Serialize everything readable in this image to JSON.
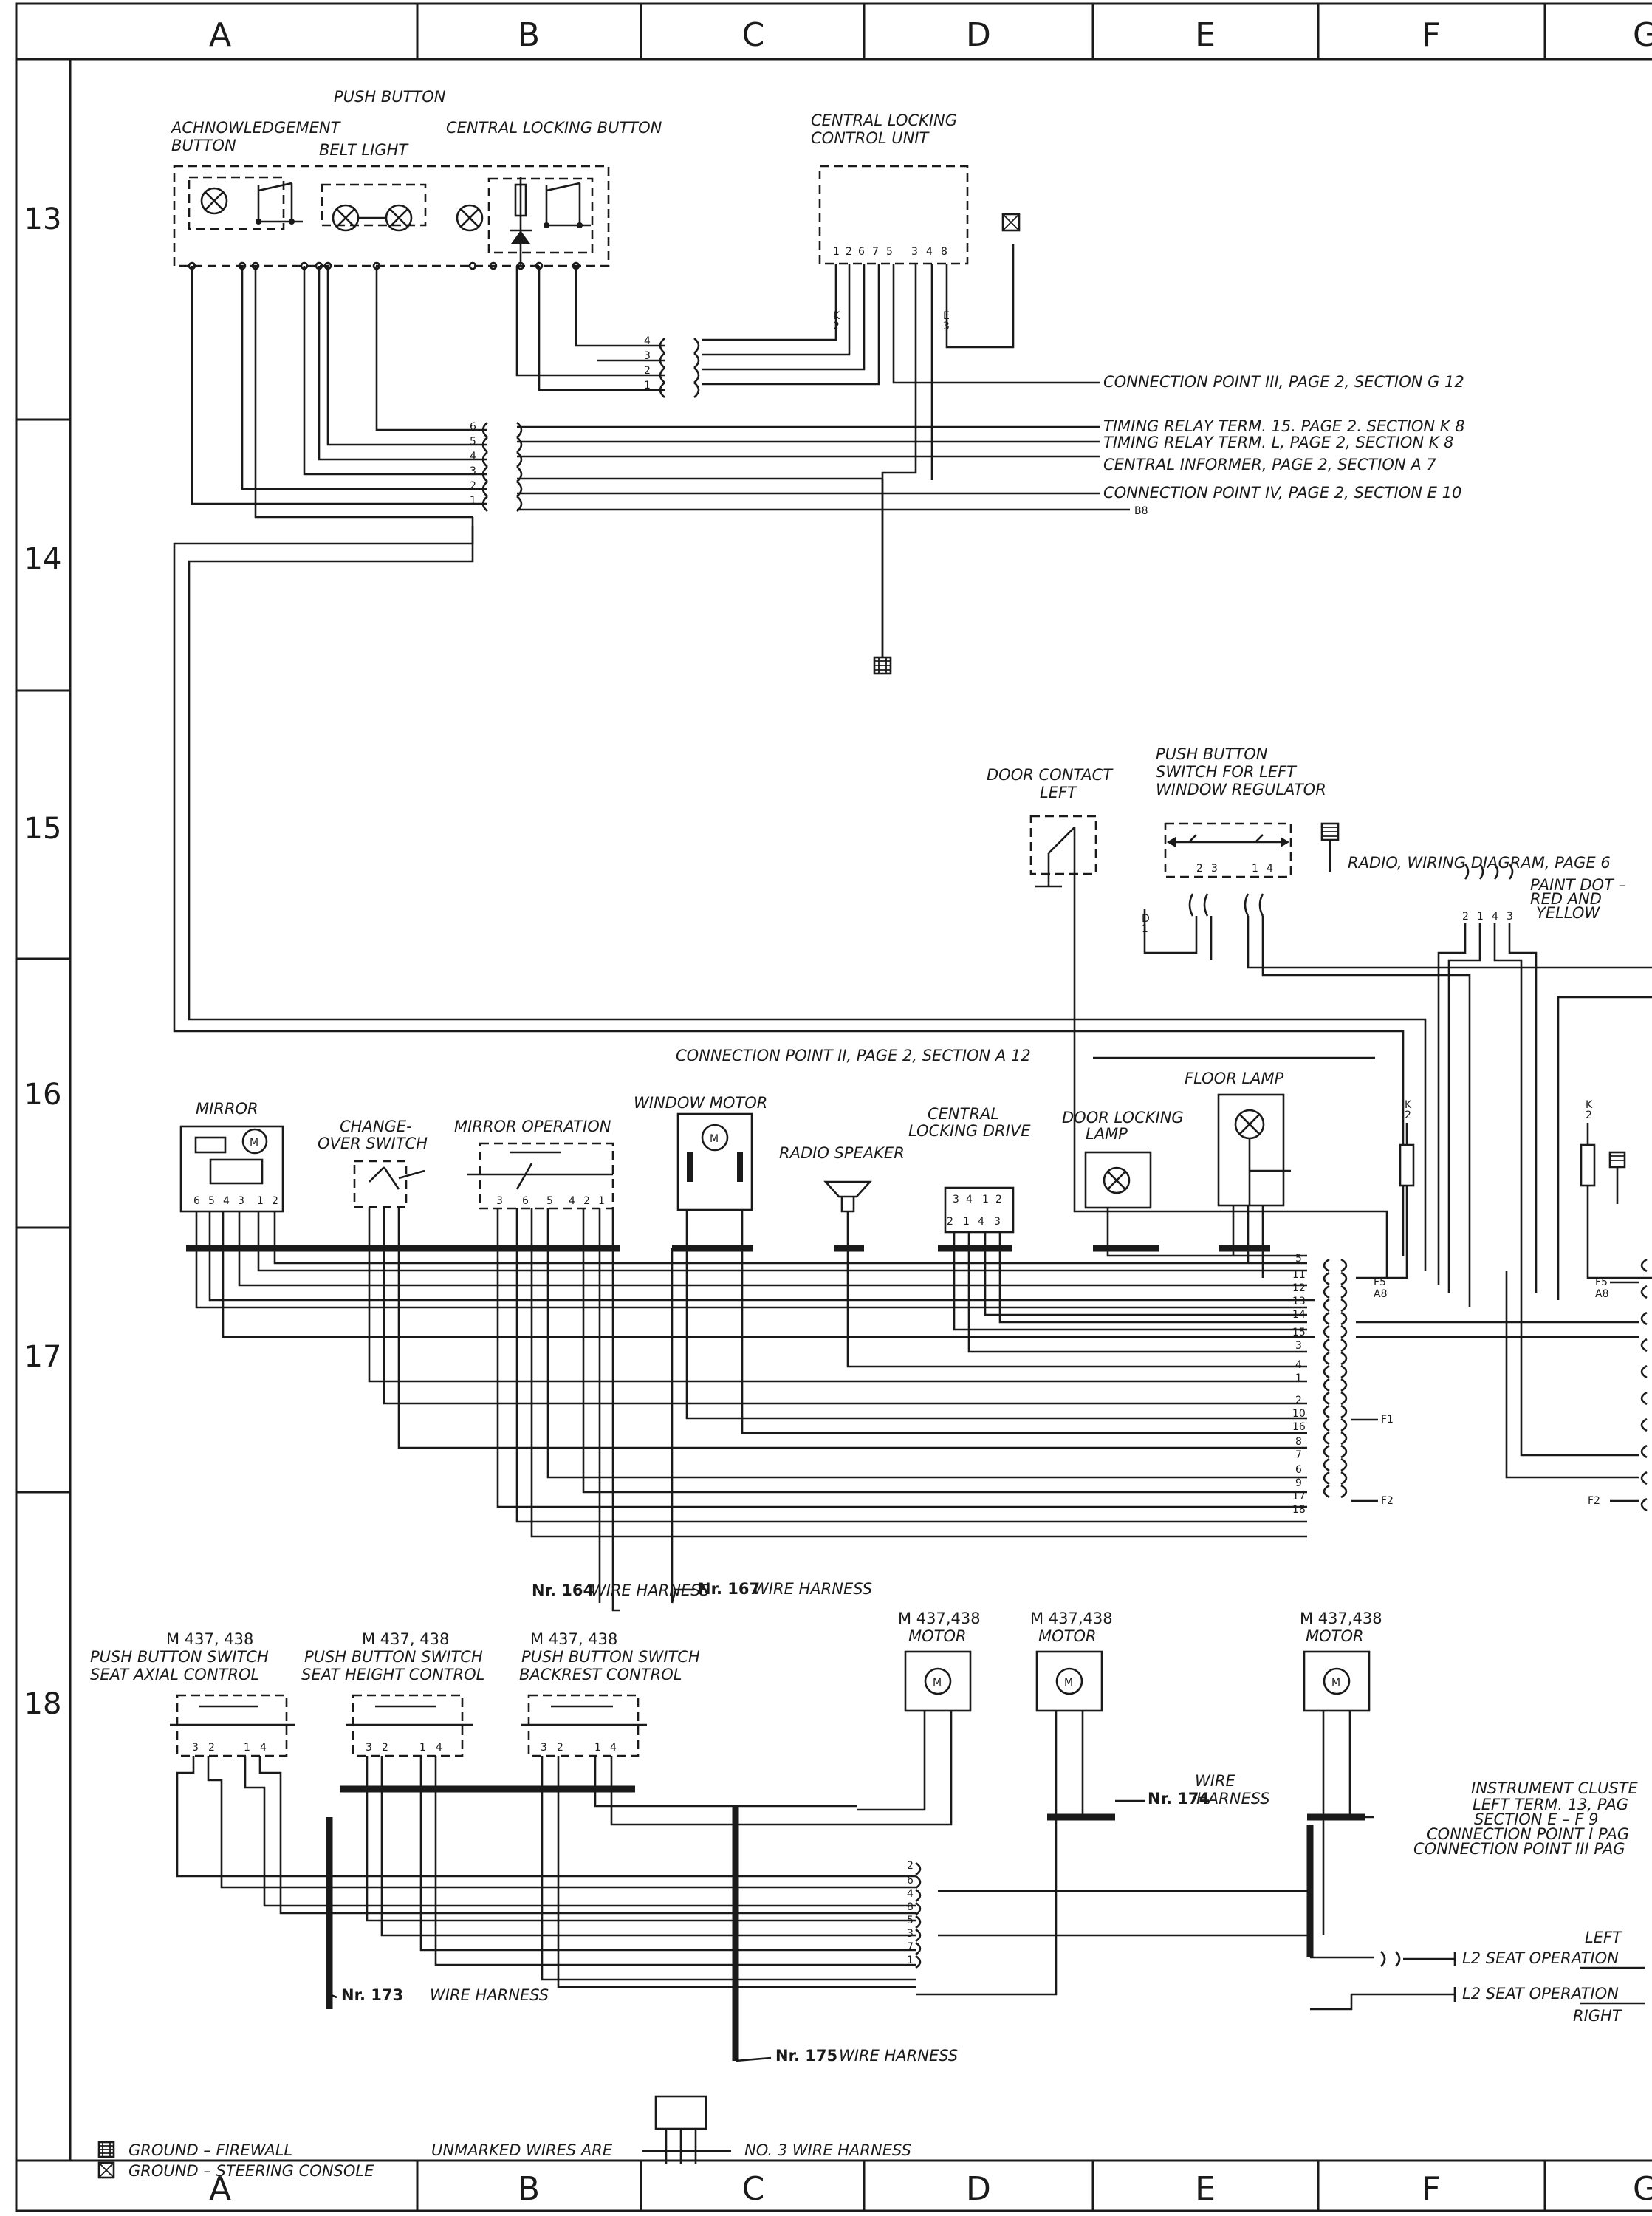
{
  "grid": {
    "columns": [
      "A",
      "B",
      "C",
      "D",
      "E",
      "F",
      "G"
    ],
    "rows": [
      "13",
      "14",
      "15",
      "16",
      "17",
      "18"
    ]
  },
  "labels": {
    "push_button": "PUSH BUTTON",
    "acknowledgement_button": [
      "ACHNOWLEDGEMENT",
      "BUTTON"
    ],
    "belt_light": "BELT LIGHT",
    "central_locking_button": "CENTRAL LOCKING BUTTON",
    "central_locking_control_unit": [
      "CENTRAL LOCKING",
      "CONTROL UNIT"
    ],
    "connection_point_iii": "CONNECTION POINT III, PAGE 2, SECTION G 12",
    "timing_relay_15": "TIMING RELAY  TERM. 15. PAGE 2. SECTION K 8",
    "timing_relay_l": "TIMING RELAY  TERM. L, PAGE 2, SECTION K 8",
    "central_informer": "CENTRAL INFORMER, PAGE 2, SECTION A 7",
    "connection_point_iv": "CONNECTION POINT IV, PAGE 2, SECTION E 10",
    "b8": "B8",
    "door_contact_left": [
      "DOOR CONTACT",
      "LEFT"
    ],
    "push_button_window": [
      "PUSH BUTTON",
      "SWITCH FOR LEFT",
      "WINDOW REGULATOR"
    ],
    "radio_wiring": "RADIO, WIRING DIAGRAM, PAGE 6",
    "paint_dot": [
      "PAINT DOT –",
      "RED AND",
      "YELLOW"
    ],
    "connection_point_ii": "CONNECTION POINT II, PAGE 2, SECTION A 12",
    "mirror": "MIRROR",
    "change_over_switch": [
      "CHANGE-",
      "OVER SWITCH"
    ],
    "mirror_operation": "MIRROR OPERATION",
    "window_motor": "WINDOW MOTOR",
    "radio_speaker": "RADIO SPEAKER",
    "central_locking_drive": [
      "CENTRAL",
      "LOCKING DRIVE"
    ],
    "door_locking_lamp": [
      "DOOR LOCKING",
      "LAMP"
    ],
    "floor_lamp": "FLOOR LAMP",
    "harness_164": [
      "Nr. 164",
      "WIRE HARNESS"
    ],
    "harness_167": [
      "Nr. 167",
      "WIRE HARNESS"
    ],
    "f1": "F1",
    "f2": "F2",
    "f5": "F5",
    "a8": "A8",
    "seat_axial": [
      "M 437, 438",
      "PUSH BUTTON SWITCH",
      "SEAT AXIAL CONTROL"
    ],
    "seat_height": [
      "M 437, 438",
      "PUSH BUTTON SWITCH",
      "SEAT HEIGHT CONTROL"
    ],
    "backrest": [
      "M 437, 438",
      "PUSH BUTTON SWITCH",
      "BACKREST CONTROL"
    ],
    "motor_label": [
      "M 437,438",
      "MOTOR"
    ],
    "wire_harness_174": [
      "WIRE",
      "Nr. 174",
      "HARNESS"
    ],
    "instrument_cluster": [
      "INSTRUMENT CLUSTE",
      "LEFT TERM. 13, PAG",
      "SECTION E – F 9",
      "CONNECTION POINT I PAG",
      "CONNECTION POINT III PAG"
    ],
    "harness_173": [
      "Nr. 173",
      "WIRE HARNESS"
    ],
    "harness_175": [
      "Nr. 175",
      "WIRE HARNESS"
    ],
    "seat_left": [
      "LEFT",
      "L2 SEAT OPERATION"
    ],
    "seat_right": [
      "L2 SEAT OPERATION",
      "RIGHT"
    ],
    "ground_firewall": "GROUND – FIREWALL",
    "ground_steering": "GROUND – STEERING CONSOLE",
    "unmarked_wires": "UNMARKED WIRES ARE",
    "no3_harness": "NO. 3 WIRE HARNESS"
  },
  "pins": {
    "control_unit": [
      "1",
      "2",
      "6",
      "7",
      "5",
      "3",
      "4",
      "8"
    ],
    "k2": [
      "K",
      "2"
    ],
    "e3": [
      "E",
      "3"
    ],
    "d1": [
      "D",
      "1"
    ],
    "mirror_pins": [
      "6",
      "5",
      "4",
      "3",
      "1",
      "2"
    ],
    "mirror_op_pins": [
      "3",
      "6",
      "5",
      "4",
      "2",
      "1"
    ],
    "cl_drive_top": [
      "3",
      "4",
      "1",
      "2"
    ],
    "cl_drive_bottom": [
      "2",
      "1",
      "4",
      "3"
    ],
    "window_switch_pins": [
      "2",
      "3",
      "1",
      "4"
    ],
    "radio_pins": [
      "2",
      "1",
      "4",
      "3"
    ],
    "conn_top_a": [
      "4",
      "3",
      "2",
      "1"
    ],
    "conn_top_b": [
      "6",
      "5",
      "4",
      "3",
      "2",
      "1"
    ],
    "big_conn": [
      "5",
      "11",
      "12",
      "13",
      "14",
      "15",
      "3",
      "4",
      "1",
      "2",
      "10",
      "16",
      "8",
      "7",
      "6",
      "9",
      "17",
      "18"
    ],
    "seat_switch_pins": [
      "3",
      "2",
      "1",
      "4"
    ],
    "seat_conn": [
      "2",
      "6",
      "4",
      "8",
      "5",
      "3",
      "7",
      "1"
    ]
  }
}
